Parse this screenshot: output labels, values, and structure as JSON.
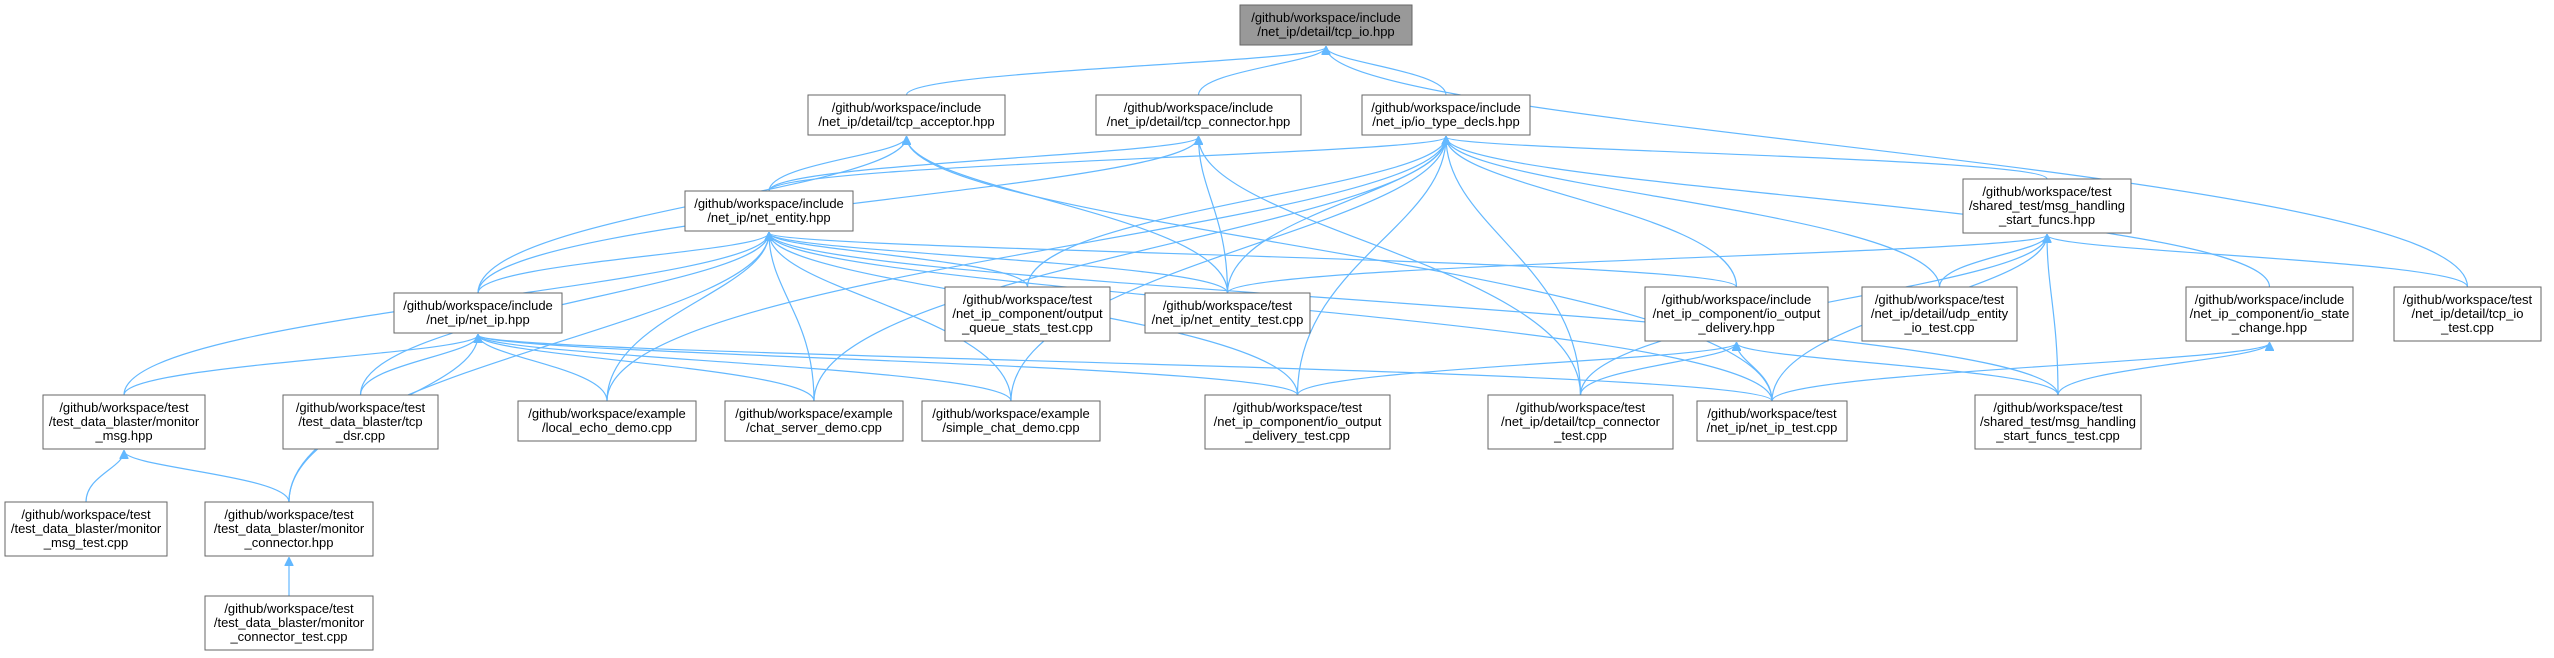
{
  "graph": {
    "colors": {
      "edge": "#63b8ff",
      "node_border": "#666666",
      "root_fill": "#999999",
      "node_fill": "#ffffff"
    },
    "nodes": [
      {
        "id": "tcp_io_hpp",
        "lines": [
          "/github/workspace/include",
          "/net_ip/detail/tcp_io.hpp"
        ],
        "root": true
      },
      {
        "id": "tcp_acceptor_hpp",
        "lines": [
          "/github/workspace/include",
          "/net_ip/detail/tcp_acceptor.hpp"
        ]
      },
      {
        "id": "tcp_connector_hpp",
        "lines": [
          "/github/workspace/include",
          "/net_ip/detail/tcp_connector.hpp"
        ]
      },
      {
        "id": "io_type_decls_hpp",
        "lines": [
          "/github/workspace/include",
          "/net_ip/io_type_decls.hpp"
        ]
      },
      {
        "id": "net_entity_hpp",
        "lines": [
          "/github/workspace/include",
          "/net_ip/net_entity.hpp"
        ]
      },
      {
        "id": "msg_handling_start_funcs_hpp",
        "lines": [
          "/github/workspace/test",
          "/shared_test/msg_handling",
          "_start_funcs.hpp"
        ]
      },
      {
        "id": "net_ip_hpp",
        "lines": [
          "/github/workspace/include",
          "/net_ip/net_ip.hpp"
        ]
      },
      {
        "id": "output_queue_stats_test_cpp",
        "lines": [
          "/github/workspace/test",
          "/net_ip_component/output",
          "_queue_stats_test.cpp"
        ]
      },
      {
        "id": "net_entity_test_cpp",
        "lines": [
          "/github/workspace/test",
          "/net_ip/net_entity_test.cpp"
        ]
      },
      {
        "id": "io_output_delivery_hpp",
        "lines": [
          "/github/workspace/include",
          "/net_ip_component/io_output",
          "_delivery.hpp"
        ]
      },
      {
        "id": "udp_entity_io_test_cpp",
        "lines": [
          "/github/workspace/test",
          "/net_ip/detail/udp_entity",
          "_io_test.cpp"
        ]
      },
      {
        "id": "io_state_change_hpp",
        "lines": [
          "/github/workspace/include",
          "/net_ip_component/io_state",
          "_change.hpp"
        ]
      },
      {
        "id": "tcp_io_test_cpp",
        "lines": [
          "/github/workspace/test",
          "/net_ip/detail/tcp_io",
          "_test.cpp"
        ]
      },
      {
        "id": "monitor_msg_hpp",
        "lines": [
          "/github/workspace/test",
          "/test_data_blaster/monitor",
          "_msg.hpp"
        ]
      },
      {
        "id": "tcp_dsr_cpp",
        "lines": [
          "/github/workspace/test",
          "/test_data_blaster/tcp",
          "_dsr.cpp"
        ]
      },
      {
        "id": "local_echo_demo_cpp",
        "lines": [
          "/github/workspace/example",
          "/local_echo_demo.cpp"
        ]
      },
      {
        "id": "chat_server_demo_cpp",
        "lines": [
          "/github/workspace/example",
          "/chat_server_demo.cpp"
        ]
      },
      {
        "id": "simple_chat_demo_cpp",
        "lines": [
          "/github/workspace/example",
          "/simple_chat_demo.cpp"
        ]
      },
      {
        "id": "io_output_delivery_test_cpp",
        "lines": [
          "/github/workspace/test",
          "/net_ip_component/io_output",
          "_delivery_test.cpp"
        ]
      },
      {
        "id": "tcp_connector_test_cpp",
        "lines": [
          "/github/workspace/test",
          "/net_ip/detail/tcp_connector",
          "_test.cpp"
        ]
      },
      {
        "id": "net_ip_test_cpp",
        "lines": [
          "/github/workspace/test",
          "/net_ip/net_ip_test.cpp"
        ]
      },
      {
        "id": "msg_handling_start_funcs_test_cpp",
        "lines": [
          "/github/workspace/test",
          "/shared_test/msg_handling",
          "_start_funcs_test.cpp"
        ]
      },
      {
        "id": "monitor_msg_test_cpp",
        "lines": [
          "/github/workspace/test",
          "/test_data_blaster/monitor",
          "_msg_test.cpp"
        ]
      },
      {
        "id": "monitor_connector_hpp",
        "lines": [
          "/github/workspace/test",
          "/test_data_blaster/monitor",
          "_connector.hpp"
        ]
      },
      {
        "id": "monitor_connector_test_cpp",
        "lines": [
          "/github/workspace/test",
          "/test_data_blaster/monitor",
          "_connector_test.cpp"
        ]
      }
    ],
    "edges": [
      [
        "tcp_acceptor_hpp",
        "tcp_io_hpp"
      ],
      [
        "tcp_connector_hpp",
        "tcp_io_hpp"
      ],
      [
        "io_type_decls_hpp",
        "tcp_io_hpp"
      ],
      [
        "tcp_io_test_cpp",
        "tcp_io_hpp"
      ],
      [
        "net_entity_hpp",
        "tcp_acceptor_hpp"
      ],
      [
        "net_ip_hpp",
        "tcp_acceptor_hpp"
      ],
      [
        "net_entity_test_cpp",
        "tcp_acceptor_hpp"
      ],
      [
        "net_ip_test_cpp",
        "tcp_acceptor_hpp"
      ],
      [
        "net_entity_hpp",
        "tcp_connector_hpp"
      ],
      [
        "net_ip_hpp",
        "tcp_connector_hpp"
      ],
      [
        "net_entity_test_cpp",
        "tcp_connector_hpp"
      ],
      [
        "tcp_connector_test_cpp",
        "tcp_connector_hpp"
      ],
      [
        "net_entity_hpp",
        "io_type_decls_hpp"
      ],
      [
        "msg_handling_start_funcs_hpp",
        "io_type_decls_hpp"
      ],
      [
        "output_queue_stats_test_cpp",
        "io_type_decls_hpp"
      ],
      [
        "net_entity_test_cpp",
        "io_type_decls_hpp"
      ],
      [
        "io_output_delivery_hpp",
        "io_type_decls_hpp"
      ],
      [
        "udp_entity_io_test_cpp",
        "io_type_decls_hpp"
      ],
      [
        "io_state_change_hpp",
        "io_type_decls_hpp"
      ],
      [
        "local_echo_demo_cpp",
        "io_type_decls_hpp"
      ],
      [
        "simple_chat_demo_cpp",
        "io_type_decls_hpp"
      ],
      [
        "io_output_delivery_test_cpp",
        "io_type_decls_hpp"
      ],
      [
        "tcp_connector_test_cpp",
        "io_type_decls_hpp"
      ],
      [
        "chat_server_demo_cpp",
        "io_type_decls_hpp"
      ],
      [
        "net_ip_hpp",
        "net_entity_hpp"
      ],
      [
        "output_queue_stats_test_cpp",
        "net_entity_hpp"
      ],
      [
        "net_entity_test_cpp",
        "net_entity_hpp"
      ],
      [
        "io_output_delivery_hpp",
        "net_entity_hpp"
      ],
      [
        "monitor_msg_hpp",
        "net_entity_hpp"
      ],
      [
        "tcp_dsr_cpp",
        "net_entity_hpp"
      ],
      [
        "monitor_connector_hpp",
        "net_entity_hpp"
      ],
      [
        "local_echo_demo_cpp",
        "net_entity_hpp"
      ],
      [
        "chat_server_demo_cpp",
        "net_entity_hpp"
      ],
      [
        "simple_chat_demo_cpp",
        "net_entity_hpp"
      ],
      [
        "io_output_delivery_test_cpp",
        "net_entity_hpp"
      ],
      [
        "net_ip_test_cpp",
        "net_entity_hpp"
      ],
      [
        "msg_handling_start_funcs_test_cpp",
        "net_entity_hpp"
      ],
      [
        "net_entity_test_cpp",
        "msg_handling_start_funcs_hpp"
      ],
      [
        "udp_entity_io_test_cpp",
        "msg_handling_start_funcs_hpp"
      ],
      [
        "tcp_io_test_cpp",
        "msg_handling_start_funcs_hpp"
      ],
      [
        "tcp_connector_test_cpp",
        "msg_handling_start_funcs_hpp"
      ],
      [
        "net_ip_test_cpp",
        "msg_handling_start_funcs_hpp"
      ],
      [
        "msg_handling_start_funcs_test_cpp",
        "msg_handling_start_funcs_hpp"
      ],
      [
        "monitor_msg_hpp",
        "net_ip_hpp"
      ],
      [
        "tcp_dsr_cpp",
        "net_ip_hpp"
      ],
      [
        "local_echo_demo_cpp",
        "net_ip_hpp"
      ],
      [
        "chat_server_demo_cpp",
        "net_ip_hpp"
      ],
      [
        "simple_chat_demo_cpp",
        "net_ip_hpp"
      ],
      [
        "io_output_delivery_test_cpp",
        "net_ip_hpp"
      ],
      [
        "net_ip_test_cpp",
        "net_ip_hpp"
      ],
      [
        "monitor_connector_hpp",
        "net_ip_hpp"
      ],
      [
        "io_output_delivery_test_cpp",
        "io_output_delivery_hpp"
      ],
      [
        "tcp_connector_test_cpp",
        "io_output_delivery_hpp"
      ],
      [
        "net_ip_test_cpp",
        "io_output_delivery_hpp"
      ],
      [
        "msg_handling_start_funcs_test_cpp",
        "io_output_delivery_hpp"
      ],
      [
        "net_ip_test_cpp",
        "io_state_change_hpp"
      ],
      [
        "msg_handling_start_funcs_test_cpp",
        "io_state_change_hpp"
      ],
      [
        "monitor_msg_test_cpp",
        "monitor_msg_hpp"
      ],
      [
        "monitor_connector_hpp",
        "monitor_msg_hpp"
      ],
      [
        "monitor_connector_test_cpp",
        "monitor_connector_hpp"
      ]
    ]
  }
}
